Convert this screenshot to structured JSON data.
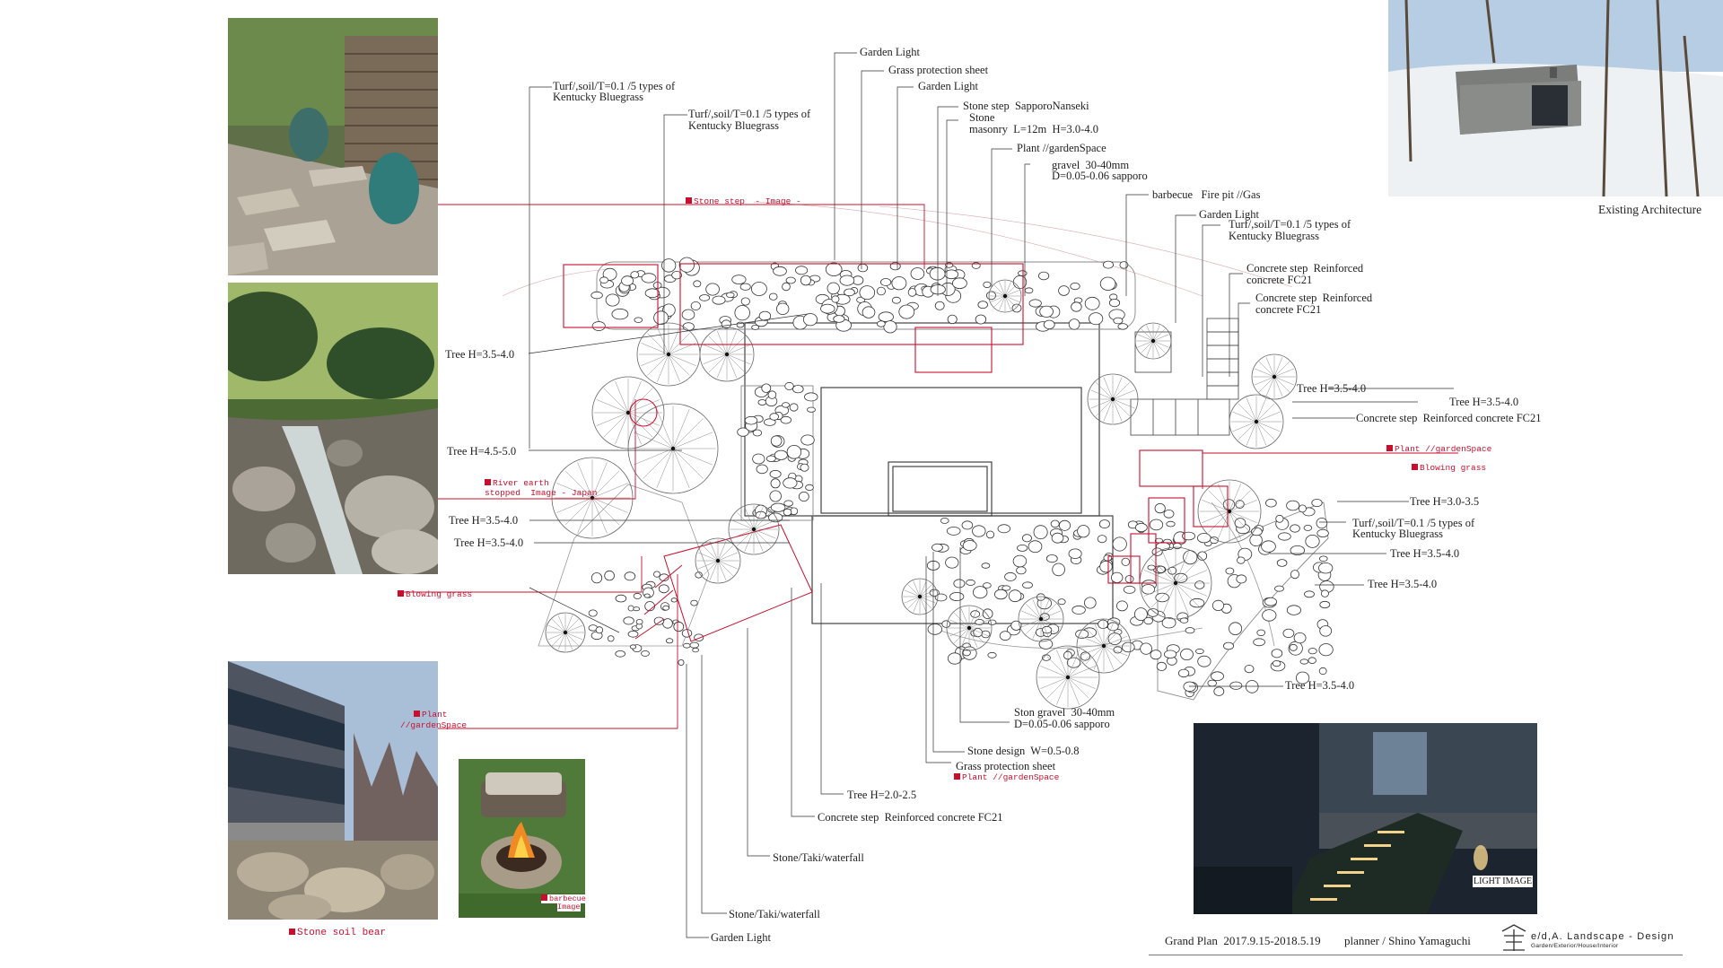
{
  "photos": {
    "stone_step": {},
    "river": {},
    "stone_soil_bear": {},
    "barbecue": {},
    "existing_architecture": {},
    "light_image": {}
  },
  "captions": {
    "existing_architecture": "Existing Architecture",
    "light_image": "LIGHT IMAGE"
  },
  "red_labels": {
    "stone_step_image": "Stone step  - Image -",
    "river_earth_1": "River earth",
    "river_earth_2": "stopped  Image - Japan",
    "blowing_grass_left": "Blowing grass",
    "plant_left_1": "Plant",
    "plant_left_2": "//gardenSpace",
    "stone_soil_bear": "Stone soil bear",
    "barbecue_1": "barbecue",
    "barbecue_2": "Image",
    "plant_right": "Plant //gardenSpace",
    "blowing_grass_right": "Blowing grass",
    "plant_bottom": "Plant //gardenSpace"
  },
  "labels": {
    "garden_light_top": "Garden Light",
    "grass_protection_top": "Grass protection sheet",
    "garden_light_2": "Garden Light",
    "stone_step_sapporo": "Stone step  SapporoNanseki",
    "stone_masonry_1": "Stone",
    "stone_masonry_2": "masonry  L=12m  H=3.0-4.0",
    "plant_garden_space": "Plant //gardenSpace",
    "gravel_1": "gravel  30-40mm",
    "gravel_2": "D=0.05-0.06 sapporo",
    "barbecue_firepit": "barbecue   Fire pit //Gas",
    "garden_light_3": "Garden Light",
    "turf_right_1": "Turf/,soil/T=0.1 /5 types of",
    "turf_right_2": "Kentucky Bluegrass",
    "concrete_step_1a": "Concrete step  Reinforced",
    "concrete_step_1b": "concrete FC21",
    "concrete_step_2a": "Concrete step  Reinforced",
    "concrete_step_2b": "concrete FC21",
    "turf_left1_1": "Turf/,soil/T=0.1 /5 types of",
    "turf_left1_2": "Kentucky Bluegrass",
    "turf_left2_1": "Turf/,soil/T=0.1 /5 types of",
    "turf_left2_2": "Kentucky Bluegrass",
    "tree_l1": "Tree H=3.5-4.0",
    "tree_l2": "Tree H=4.5-5.0",
    "tree_l3": "Tree H=3.5-4.0",
    "tree_l4": "Tree H=3.5-4.0",
    "tree_r1": "Tree H=3.5-4.0",
    "tree_r2": "Tree H=3.5-4.0",
    "concrete_step_fc21_r": "Concrete step  Reinforced concrete FC21",
    "tree_r3": "Tree H=3.0-3.5",
    "turf_r2_1": "Turf/,soil/T=0.1 /5 types of",
    "turf_r2_2": "Kentucky Bluegrass",
    "tree_r4": "Tree H=3.5-4.0",
    "tree_r5": "Tree H=3.5-4.0",
    "tree_r6": "Tree H=3.5-4.0",
    "ston_gravel_1": "Ston gravel  30-40mm",
    "ston_gravel_2": "D=0.05-0.06 sapporo",
    "stone_design": "Stone design  W=0.5-0.8",
    "grass_protection_bottom": "Grass protection sheet",
    "tree_bottom": "Tree H=2.0-2.5",
    "concrete_step_bottom": "Concrete step  Reinforced concrete FC21",
    "stone_taki_1": "Stone/Taki/waterfall",
    "stone_taki_2": "Stone/Taki/waterfall",
    "garden_light_bottom": "Garden Light"
  },
  "footer": {
    "grand_plan": "Grand Plan  2017.9.15-2018.5.19",
    "planner": "planner / Shino Yamaguchi",
    "logo_main": "e/d,A. Landscape - Design",
    "logo_sub": "Garden/Exterior/House/Interior"
  },
  "colors": {
    "red_accent": "#c8102e",
    "line": "#333333",
    "plan_line": "#555555",
    "planting": "#8fbf8f"
  }
}
